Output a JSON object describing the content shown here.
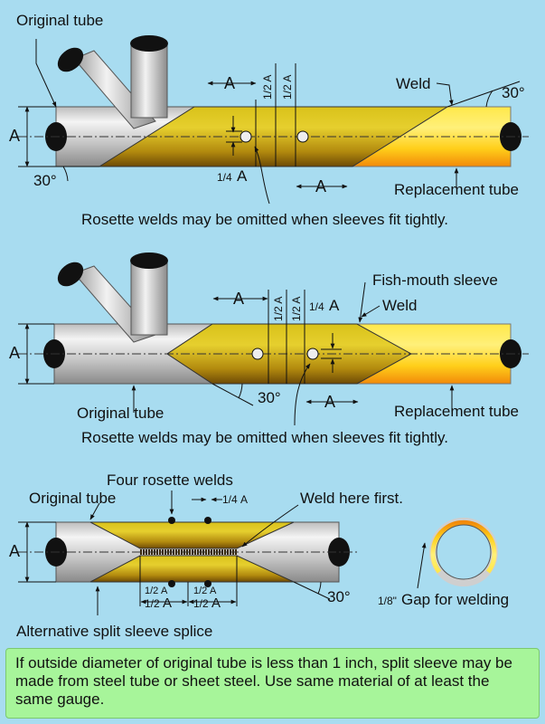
{
  "diagram1": {
    "label_original_tube": "Original tube",
    "label_weld": "Weld",
    "label_replacement_tube": "Replacement tube",
    "dim_a_left": "A",
    "dim_a_top": "A",
    "dim_a_bottom": "A",
    "dim_half_a_1": "1/2 A",
    "dim_half_a_2": "1/2 A",
    "dim_quarter_a": "A",
    "angle_top": "30°",
    "angle_left": "30°",
    "caption": "Rosette welds may be omitted when sleeves fit tightly."
  },
  "diagram2": {
    "label_fish_mouth": "Fish-mouth sleeve",
    "label_weld": "Weld",
    "label_original_tube": "Original tube",
    "label_replacement_tube": "Replacement tube",
    "dim_a_left": "A",
    "dim_a_top": "A",
    "dim_a_bottom": "A",
    "dim_half_a_1": "1/2 A",
    "dim_half_a_2": "1/2 A",
    "dim_quarter_a": "A",
    "angle": "30°",
    "caption": "Rosette welds may be omitted when sleeves fit tightly."
  },
  "diagram3": {
    "label_four_rosette": "Four rosette welds",
    "label_original_tube": "Original tube",
    "label_weld_first": "Weld here first.",
    "dim_quarter_a": "A",
    "dim_a_left": "A",
    "dim_half_a_small_1": "A",
    "dim_half_a_small_2": "A",
    "dim_half_a_1": "A",
    "dim_half_a_2": "A",
    "angle": "30°",
    "label_alt_splice": "Alternative split sleeve splice",
    "label_gap": "Gap for welding"
  },
  "note": "If outside diameter of original tube is less than 1 inch, split sleeve may be made from steel tube or sheet steel. Use same material of at least the same gauge."
}
